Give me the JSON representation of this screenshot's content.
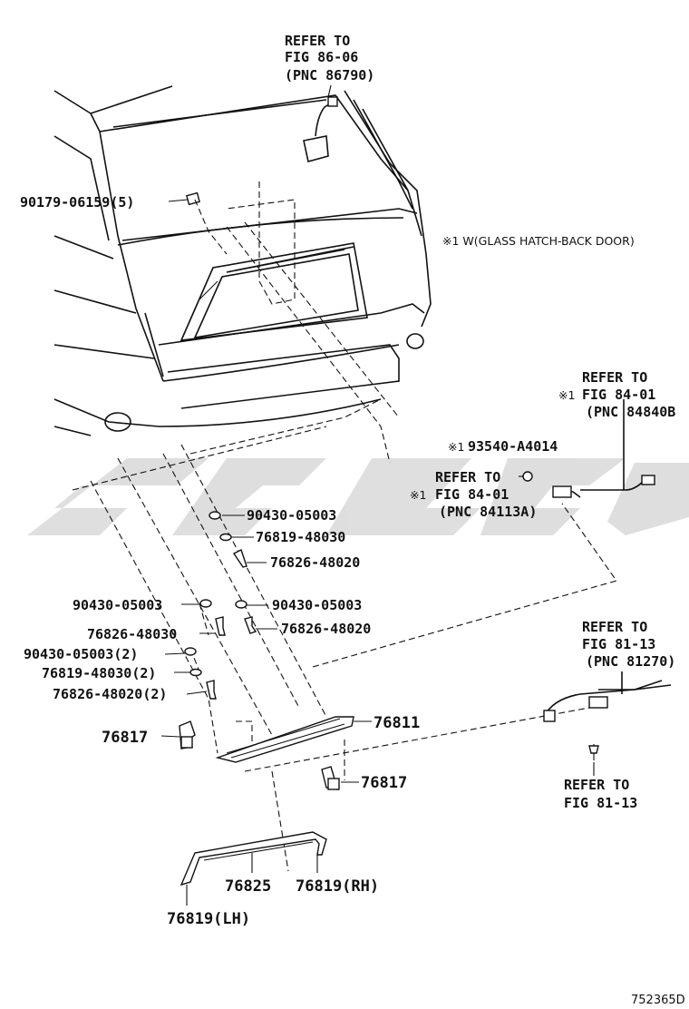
{
  "refs": {
    "fig86_line1": "REFER TO",
    "fig86_line2": "FIG 86-06",
    "fig86_line3": "(PNC 86790)",
    "fig84a_line1": "REFER TO",
    "fig84a_line2": "FIG 84-01",
    "fig84a_line3": "(PNC 84840B",
    "fig84b_line1": "REFER TO",
    "fig84b_line2": "FIG 84-01",
    "fig84b_line3": "(PNC 84113A)",
    "fig81a_line1": "REFER TO",
    "fig81a_line2": "FIG 81-13",
    "fig81a_line3": "(PNC 81270)",
    "fig81b_line1": "REFER TO",
    "fig81b_line2": "FIG 81-13"
  },
  "note": "※1 W(GLASS HATCH-BACK DOOR)",
  "mark": "※1",
  "parts": {
    "p90179": "90179-06159(5)",
    "p93540": "93540-A4014",
    "p90430_top": "90430-05003",
    "p76819_top": "76819-48030",
    "p76826_top": "76826-48020",
    "p90430_left": "90430-05003",
    "p90430_right": "90430-05003",
    "p76826_48030": "76826-48030",
    "p76826_right": "76826-48020",
    "p90430_2": "90430-05003(2)",
    "p76819_2": "76819-48030(2)",
    "p76826_2": "76826-48020(2)",
    "p76817_left": "76817",
    "p76811": "76811",
    "p76817_right": "76817",
    "p76825": "76825",
    "p76819_rh": "76819(RH)",
    "p76819_lh": "76819(LH)"
  },
  "drawing_code": "752365D"
}
